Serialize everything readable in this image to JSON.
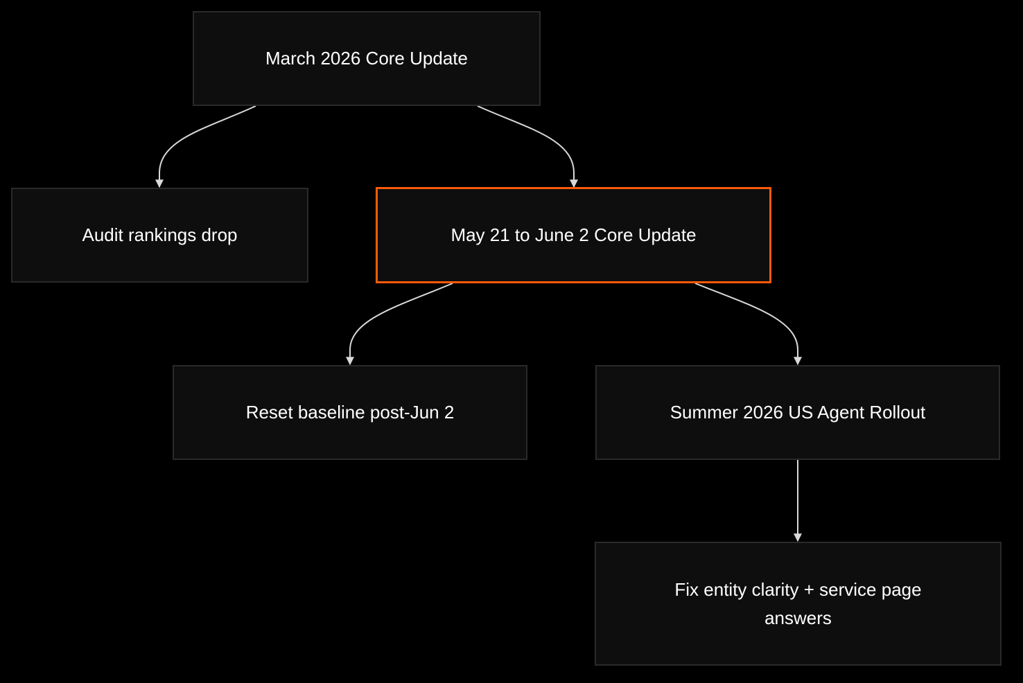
{
  "diagram": {
    "nodes": [
      {
        "id": "march",
        "label": "March 2026 Core Update"
      },
      {
        "id": "audit",
        "label": "Audit rankings drop"
      },
      {
        "id": "may",
        "label": "May 21 to June 2 Core Update"
      },
      {
        "id": "reset",
        "label": "Reset baseline post-Jun 2"
      },
      {
        "id": "summer",
        "label": "Summer 2026 US Agent Rollout"
      },
      {
        "id": "fix",
        "label": "Fix entity clarity + service page answers"
      }
    ],
    "edges": [
      {
        "from": "march",
        "to": "audit"
      },
      {
        "from": "march",
        "to": "may"
      },
      {
        "from": "may",
        "to": "reset"
      },
      {
        "from": "may",
        "to": "summer"
      },
      {
        "from": "summer",
        "to": "fix"
      }
    ],
    "colors": {
      "background": "#000000",
      "node_fill": "#0e0e0e",
      "node_border": "#2a2a2a",
      "highlight_border": "#ff5a0a",
      "edge": "#d9d9d9",
      "text": "#ffffff"
    }
  }
}
